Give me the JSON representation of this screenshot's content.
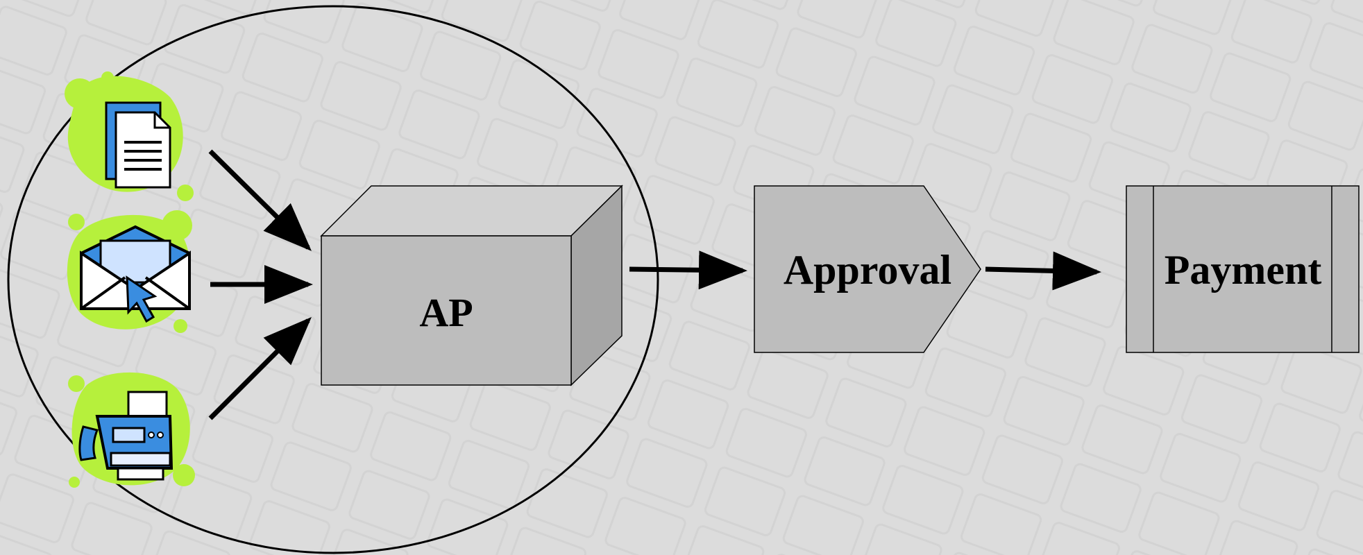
{
  "diagram": {
    "nodes": {
      "ap": {
        "label": "AP"
      },
      "approval": {
        "label": "Approval"
      },
      "payment": {
        "label": "Payment"
      }
    },
    "inputs": [
      {
        "icon": "document-icon"
      },
      {
        "icon": "email-icon"
      },
      {
        "icon": "fax-machine-icon"
      }
    ],
    "edges": [
      {
        "from": "document",
        "to": "ap"
      },
      {
        "from": "email",
        "to": "ap"
      },
      {
        "from": "fax",
        "to": "ap"
      },
      {
        "from": "ap",
        "to": "approval"
      },
      {
        "from": "approval",
        "to": "payment"
      }
    ],
    "colors": {
      "background": "#dcdcdc",
      "node_fill": "#bdbdbd",
      "node_top": "#d2d2d2",
      "node_side": "#a6a6a6",
      "icon_blob": "#b6f03c",
      "icon_blue": "#3a8de0",
      "arrow": "#000000"
    }
  }
}
